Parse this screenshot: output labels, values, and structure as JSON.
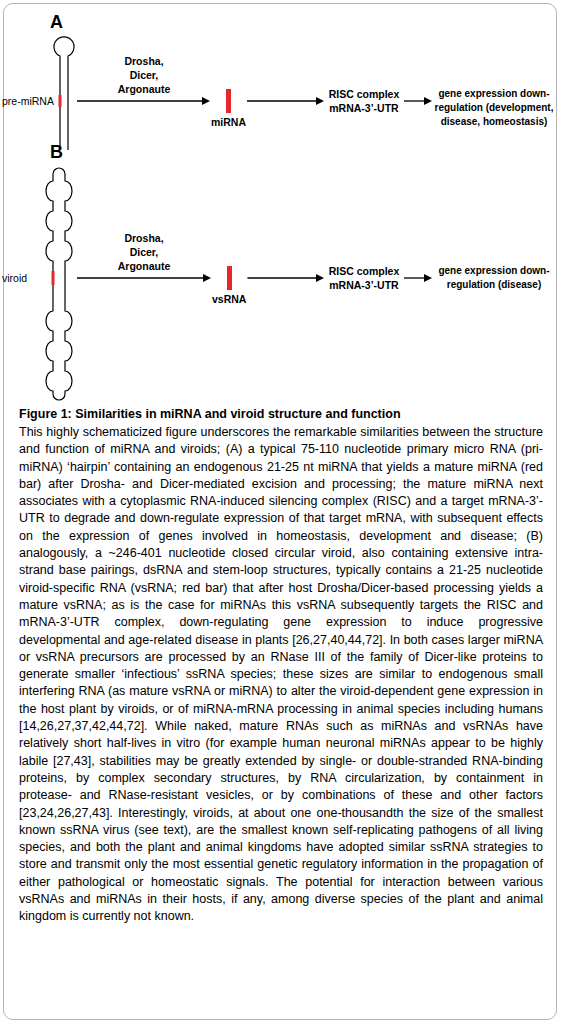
{
  "diagram": {
    "title": "Figure 1: Similarities in miRNA and viroid structure and function",
    "caption": "This highly schematicized figure underscores the remarkable similarities between the structure and function of miRNA and viroids; (A) a typical 75-110 nucleotide primary micro RNA (pri-miRNA) ‘hairpin’ containing an endogenous 21-25 nt miRNA that yields a mature miRNA (red bar) after Drosha- and Dicer-mediated excision and processing; the mature miRNA next associates with a cytoplasmic RNA-induced silencing complex (RISC) and a target mRNA-3’-UTR to degrade and down-regulate expression of that target mRNA, with subsequent effects on the expression of genes involved in homeostasis, development and disease; (B) analogously, a ~246-401 nucleotide closed circular viroid, also containing extensive intra-strand base pairings, dsRNA and stem-loop structures, typically contains a 21-25 nucleotide viroid-specific RNA (vsRNA; red bar) that after host Drosha/Dicer-based processing yields a mature vsRNA; as is the case for miRNAs this vsRNA subsequently targets the RISC and mRNA-3’-UTR complex, down-regulating gene expression to induce progressive developmental and age-related disease in plants [26,27,40,44,72]. In both cases larger miRNA or vsRNA precursors are processed by an RNase III of the family of Dicer-like proteins to generate smaller ‘infectious’ ssRNA species; these sizes are similar to endogenous small interfering RNA (as mature vsRNA or miRNA) to alter the viroid-dependent gene expression in the host plant by viroids, or of miRNA-mRNA processing in animal species including humans [14,26,27,37,42,44,72]. While naked, mature RNAs such as miRNAs and vsRNAs have relatively short half-lives in vitro (for example human neuronal miRNAs appear to be highly labile [27,43], stabilities may be greatly extended by single- or double-stranded RNA-binding proteins, by complex secondary structures, by RNA circularization, by containment in protease- and RNase-resistant vesicles, or by combinations of these and other factors [23,24,26,27,43]. Interestingly, viroids, at about one one-thousandth the size of the smallest known ssRNA virus (see text), are the smallest known self-replicating pathogens of all living species, and both the plant and animal kingdoms have adopted similar ssRNA strategies to store and transmit only the most essential genetic regulatory information in the propagation of either pathological or homeostatic signals. The potential for interaction between various vsRNAs and miRNAs in their hosts, if any, among diverse species of the plant and animal kingdom is currently not known.",
    "nodes": [
      {
        "text": [
          "pre-miRNA"
        ]
      },
      {
        "text": [
          "miRNA"
        ]
      },
      {
        "text": [
          "RISC complex mRNA-3’-UTR"
        ]
      },
      {
        "text": [
          "gene expression down-regulation (development, disease, homeostasis)"
        ]
      },
      {
        "text": [
          "viroid"
        ]
      },
      {
        "text": [
          "vsRNA"
        ]
      },
      {
        "text": [
          "RISC complex mRNA-3’-UTR"
        ]
      },
      {
        "text": [
          "gene expression down-regulation (disease)"
        ]
      }
    ],
    "edges": [
      {
        "from": 0,
        "to": 1,
        "arrow": "to",
        "label": "Drosha, Dicer, Argonaute"
      },
      {
        "from": 1,
        "to": 2,
        "arrow": "to"
      },
      {
        "from": 2,
        "to": 3,
        "arrow": "to"
      },
      {
        "from": 4,
        "to": 5,
        "arrow": "to",
        "label": "Drosha, Dicer, Argonaute"
      },
      {
        "from": 5,
        "to": 6,
        "arrow": "to"
      },
      {
        "from": 6,
        "to": 7,
        "arrow": "to"
      }
    ],
    "labels": [
      "A",
      "B"
    ]
  }
}
